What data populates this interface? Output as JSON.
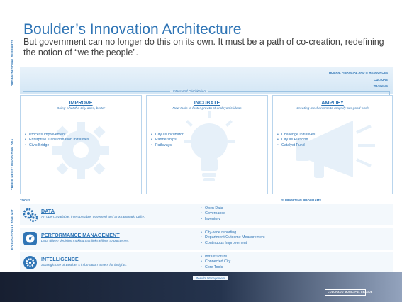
{
  "title": "Boulder’s Innovation Architecture",
  "subtitle": "But government can no longer do this on its own. It must be a path of co-creation, redefining the notion of “we the people”.",
  "side_labels": {
    "organizational": "ORGANIZATIONAL SUPPORTS",
    "triple_helix": "TRIPLE HELIX: INNOVATION DNA",
    "foundational": "FOUNDATIONAL TOOLKIT"
  },
  "top_band": {
    "lines": [
      "HUMAN, FINANCIAL AND IT RESOURCES",
      "CULTURE",
      "TRAINING"
    ],
    "intake": "Intake and Prioritization"
  },
  "columns": [
    {
      "title": "IMPROVE",
      "subtitle": "Doing what the City does, better",
      "items": [
        "Process Improvement",
        "Enterprise Transformation Initiatives",
        "Civic Bridge"
      ],
      "icon": "gear-cog-icon"
    },
    {
      "title": "INCUBATE",
      "subtitle": "New tools to foster growth of embryonic ideas",
      "items": [
        "City as Incubator",
        "Partnerships",
        "Pathways"
      ],
      "icon": "lightbulb-icon"
    },
    {
      "title": "AMPLIFY",
      "subtitle": "Creating mechanisms to magnify our good work",
      "items": [
        "Challenge Initiatives",
        "City as Platform",
        "Catalyst Fund"
      ],
      "icon": "megaphone-icon"
    }
  ],
  "section_labels": {
    "tools": "TOOLS",
    "supporting": "SUPPORTING PROGRAMS"
  },
  "tools": [
    {
      "title": "DATA",
      "description": "An open, available, interoperable, governed and programmatic utility.",
      "programs": [
        "Open Data",
        "Governance",
        "Inventory"
      ],
      "icon": "data-gears-icon"
    },
    {
      "title": "PERFORMANCE MANAGEMENT",
      "description": "Data driven decision making that links efforts to outcomes.",
      "programs": [
        "City-wide reporting",
        "Department Outcome Measurement",
        "Continuous Improvement"
      ],
      "icon": "gauge-icon"
    },
    {
      "title": "INTELLIGENCE",
      "description": "Strategic use of Boulder’s information assets for insights.",
      "programs": [
        "Infrastructure",
        "Connected City",
        "Core Tools"
      ],
      "icon": "brain-gear-icon"
    }
  ],
  "results_label": "Results Management",
  "footer": {
    "league": "COLORADO MUNICIPAL LEAGUE"
  },
  "colors": {
    "accent": "#2e74b5",
    "light_band": "#d3e6f5",
    "footer_dark": "#1b2438"
  }
}
